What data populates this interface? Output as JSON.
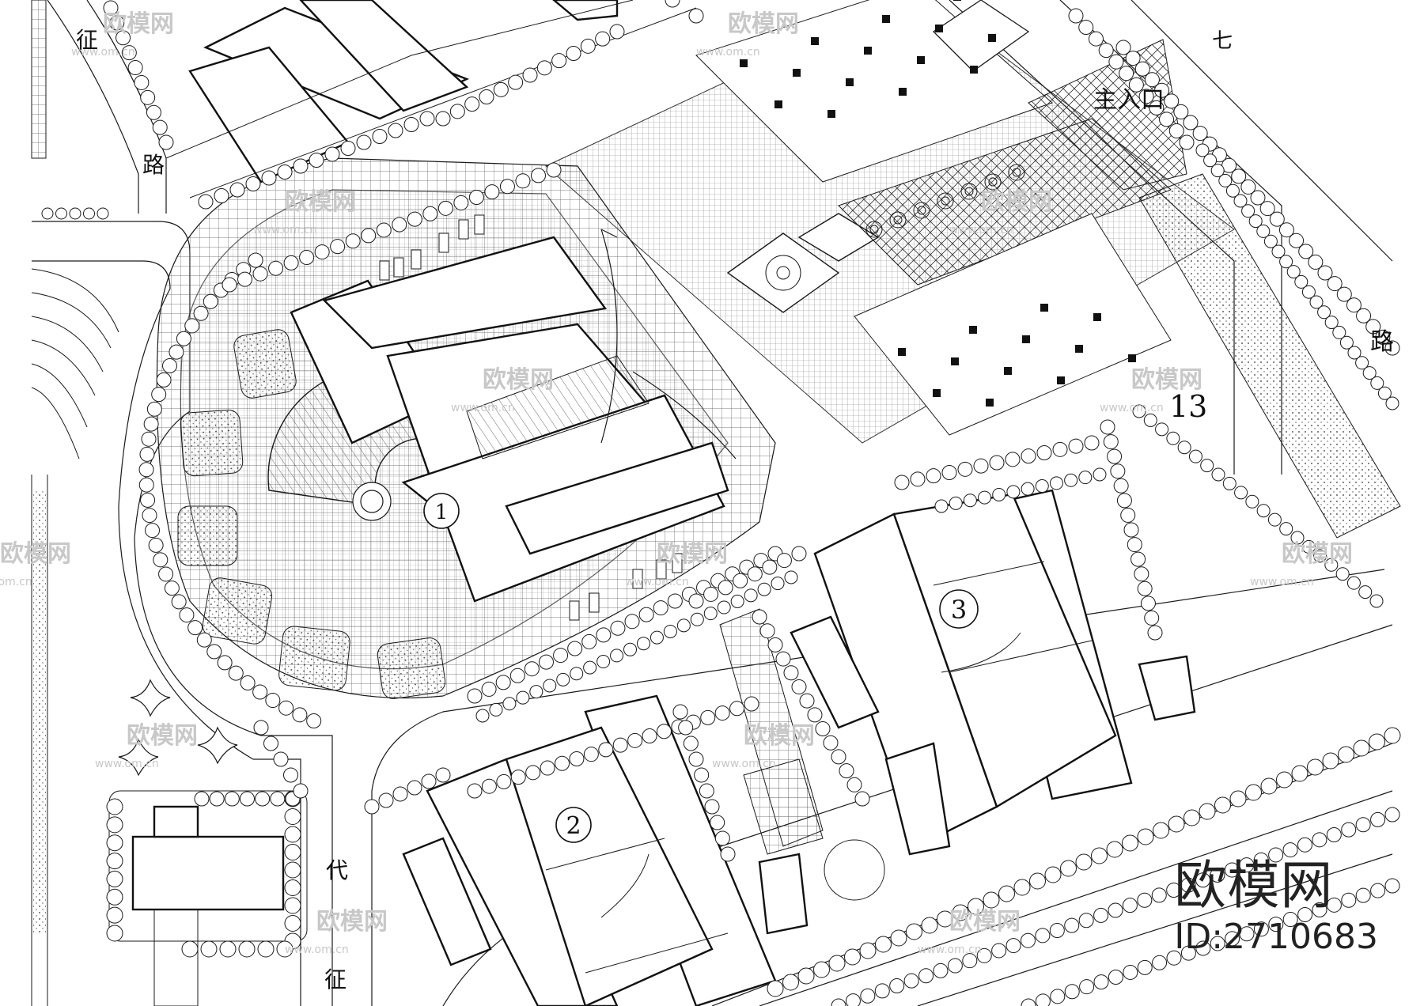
{
  "labels": {
    "road_zheng_top": "征",
    "road_lu_left": "路",
    "road_qi": "七",
    "main_entrance": "主入口",
    "road_lu_right": "路",
    "plot_13": "13",
    "road_dai": "代",
    "road_zheng_bottom": "征"
  },
  "building_numbers": {
    "b1": "1",
    "b2": "2",
    "b3": "3"
  },
  "watermark": {
    "tiled_brand": "欧模网",
    "tiled_url": "www.om.cn",
    "brand": "欧模网",
    "id": "ID:2710683"
  },
  "colors": {
    "line": "#1a1a1a",
    "watermark": "#c8c8c8"
  }
}
